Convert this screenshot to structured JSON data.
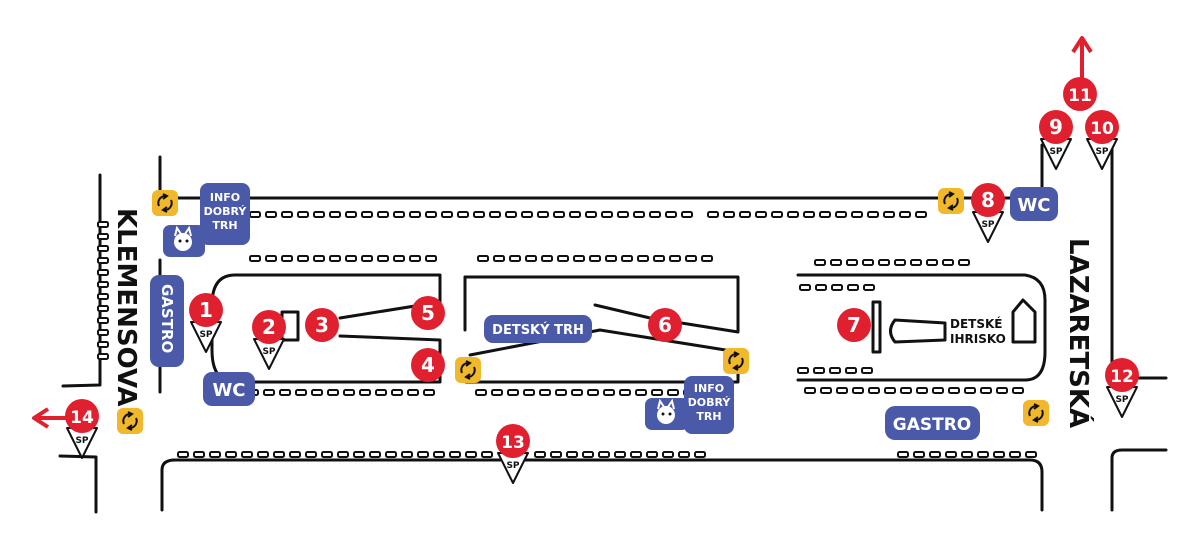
{
  "colors": {
    "pin_red": "#e0202e",
    "badge_blue": "#4a5aa8",
    "recycle_yellow": "#f0b82a",
    "ink": "#111111"
  },
  "streets": {
    "left": "KLEMENSOVA",
    "right": "LAZARETSKÁ"
  },
  "badges": {
    "info": [
      "INFO",
      "DOBRÝ",
      "TRH"
    ],
    "wc": "WC",
    "gastro": "GASTRO",
    "detsky_trh": "DETSKÝ TRH",
    "detske_ihrisko": [
      "DETSKÉ",
      "IHRISKO"
    ]
  },
  "pins": [
    {
      "id": "pin-1",
      "label": "1",
      "sp": "SP"
    },
    {
      "id": "pin-2",
      "label": "2",
      "sp": "SP"
    },
    {
      "id": "pin-3",
      "label": "3"
    },
    {
      "id": "pin-4",
      "label": "4"
    },
    {
      "id": "pin-5",
      "label": "5"
    },
    {
      "id": "pin-6",
      "label": "6"
    },
    {
      "id": "pin-7",
      "label": "7"
    },
    {
      "id": "pin-8",
      "label": "8",
      "sp": "SP"
    },
    {
      "id": "pin-9",
      "label": "9",
      "sp": "SP"
    },
    {
      "id": "pin-10",
      "label": "10",
      "sp": "SP"
    },
    {
      "id": "pin-11",
      "label": "11"
    },
    {
      "id": "pin-12",
      "label": "12",
      "sp": "SP"
    },
    {
      "id": "pin-13",
      "label": "13",
      "sp": "SP"
    },
    {
      "id": "pin-14",
      "label": "14",
      "sp": "SP"
    }
  ],
  "icons": {
    "recycle": "recycle-icon",
    "cat": "cat-icon",
    "arrow": "arrow-icon",
    "tower": "tower-icon"
  }
}
